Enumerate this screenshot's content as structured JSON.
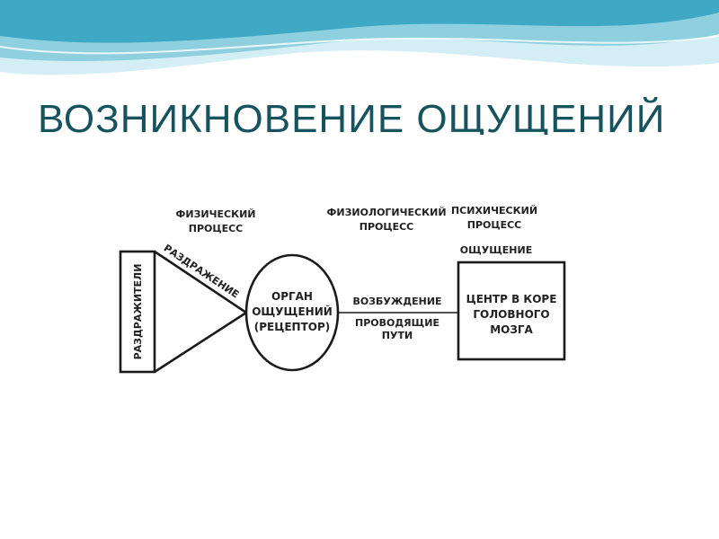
{
  "slide": {
    "title": "ВОЗНИКНОВЕНИЕ ОЩУЩЕНИЙ",
    "colors": {
      "title": "#17535f",
      "wave_light": "#d3eef4",
      "wave_mid": "#8fd0e0",
      "wave_dark": "#3fa8c4"
    }
  },
  "diagram": {
    "headers": {
      "physical_line1": "ФИЗИЧЕСКИЙ",
      "physical_line2": "ПРОЦЕСС",
      "physiological_line1": "ФИЗИОЛОГИЧЕСКИЙ",
      "physiological_line2": "ПРОЦЕСС",
      "psychic_line1": "ПСИХИЧЕСКИЙ",
      "psychic_line2": "ПРОЦЕСС",
      "psychic_result": "ОЩУЩЕНИЕ"
    },
    "stimuli_box": "РАЗДРАЖИТЕЛИ",
    "irritation": "РАЗДРАЖЕНИЕ",
    "organ_line1": "ОРГАН",
    "organ_line2": "ОЩУЩЕНИЙ",
    "organ_line3": "(РЕЦЕПТОР)",
    "excitation": "ВОЗБУЖДЕНИЕ",
    "pathways_line1": "ПРОВОДЯЩИЕ",
    "pathways_line2": "ПУТИ",
    "center_line1": "ЦЕНТР В КОРЕ",
    "center_line2": "ГОЛОВНОГО",
    "center_line3": "МОЗГА"
  }
}
